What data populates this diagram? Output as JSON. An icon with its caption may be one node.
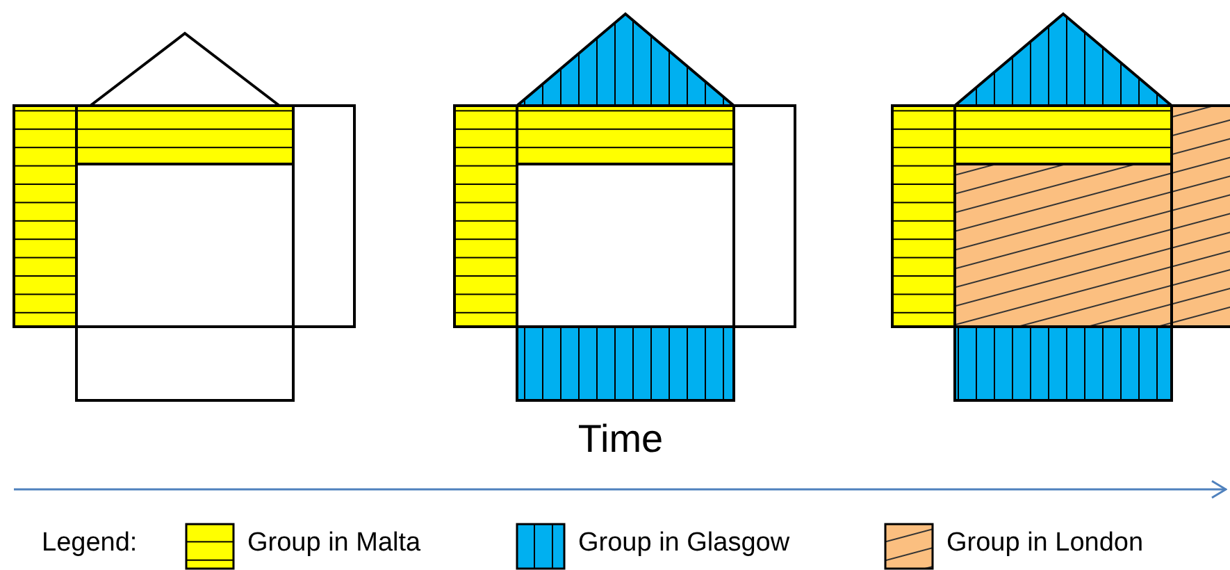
{
  "diagram": {
    "labels": [
      "Time",
      "Legend:"
    ],
    "legend": [
      {
        "text": "Group in Malta",
        "color": "#ffff00"
      },
      {
        "text": "Group in Glasgow",
        "color": "#00b0f0"
      },
      {
        "text": "Group in London",
        "color": "#fbbf80"
      }
    ]
  }
}
